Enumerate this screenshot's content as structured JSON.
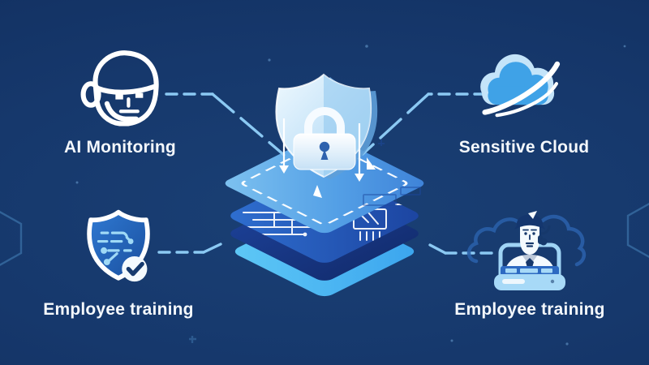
{
  "scene": {
    "background_color": "#16386c",
    "connector_color": "#8bc9f3",
    "text_color": "#f4f8fc",
    "center": {
      "name": "security-platform-stack",
      "emblem": "shield-lock-icon",
      "layers": [
        "top-platform",
        "circuit-layer",
        "base-layer"
      ],
      "colors": {
        "platform_light": "#7ec2f0",
        "platform_dark": "#3e82d8",
        "circuit_layer": "#2a5cc2",
        "base_layer": "#4cbaf4",
        "shield_light": "#e9f6fe",
        "lock_keyhole": "#2e62ae"
      }
    },
    "nodes": {
      "top_left": {
        "label": "AI Monitoring",
        "icon": "ai-head-icon"
      },
      "top_right": {
        "label": "Sensitive Cloud",
        "icon": "cloud-icon"
      },
      "bottom_left": {
        "label": "Employee training",
        "icon": "shield-check-icon"
      },
      "bottom_right": {
        "label": "Employee training",
        "icon": "analyst-laptop-icon"
      }
    }
  }
}
